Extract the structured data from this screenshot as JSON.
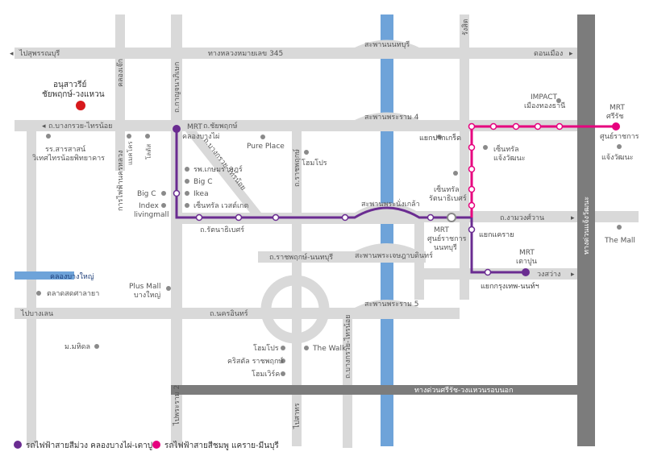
{
  "colors": {
    "road": "#d9d9d9",
    "expressway": "#7c7c7c",
    "river": "#6ea3d9",
    "purple_line": "#6a2c91",
    "pink_line": "#e6007e",
    "poi": "#8a8a8a",
    "monument": "#d7191c"
  },
  "roads": {
    "hwy345_west": "ไปสุพรรณบุรี",
    "hwy345": "ทางหลวงหมายเลข 345",
    "don_mueang": "ดอนเมือง",
    "rangsit": "รังสิต",
    "nonthaburi_bridge": "สะพานนนทบุรี",
    "rama4_bridge": "สะพานพระราม 4",
    "rama5_bridge": "สะพานพระราม 5",
    "pak_kret_bridge": "สะพานพระนั่งเกล้า",
    "phra_nang_klao_bridge": "สะพานพระเจษฎาบดินทร์",
    "bang_kruai_sai_noi": "ถ.บางกรวย-ไทรน้อย",
    "chaiyaphruek": "ถ.ชัยพฤกษ์",
    "kanchanaphisek": "ถ.กาญจนาภิเษก",
    "khlong_thawi": "คลองเจ๊ก",
    "rattanathibet": "ถ.รัตนาธิเบศร์",
    "ratchaphruek_nonthaburi": "ถ.ราชพฤกษ์-นนทบุรี",
    "ratchaphruek": "ถ.ราชพฤกษ์",
    "bang_kruai_sai_noi_diag": "ถ.บางกรวย-ไทรน้อย",
    "bang_kruai_sai_noi_south": "ถ.บางกรวย-ไทรน้อย",
    "nakhon_in": "ถ.นครอินทร์",
    "ngam_wong_wan": "ถ.งามวงศ์วาน",
    "wong_sawang": "วงสว่าง",
    "khlong_bang_yai": "คลองบางใหญ่",
    "pai_bang_len": "ไปบางเลน",
    "phra_ram_2": "ไปพระราม 2",
    "pai_sathorn": "ไปสาทร",
    "outer_ring": "ทางด่วนศรีรัช-วงแหวนรอบนอก",
    "chaeng_wattana_exp": "ทางด่วนแจ้งวัฒนะ",
    "rama_exit_kanchana": "การไฟฟ้านครหลวง",
    "bang_bua_thong_cross": "แยกแคราย",
    "pak_kret_cross": "แยกปากเกร็ด",
    "krung_thep_nonthaburi": "แยกกรุงเทพ-นนท์ฯ"
  },
  "places": {
    "monument": "อนุสาวรีย์\nชัยพฤกษ์-วงแหวน",
    "monument_l1": "อนุสาวรีย์",
    "monument_l2": "ชัยพฤกษ์-วงแหวน",
    "mrt_khlong_bang_phai_l1": "MRT",
    "mrt_khlong_bang_phai_l2": "คลองบางไผ่",
    "pure_place": "Pure Place",
    "home_pro_1": "โฮมโปร",
    "school_l1": "รร.สารสาสน์",
    "school_l2": "วิเทศไทรน้อยพิทยาคาร",
    "market_kri": "แมคโคร",
    "lotus": "โลตัส",
    "kasemrad": "รพ.เกษมราษฎร์",
    "big_c_1": "Big C",
    "ikea": "Ikea",
    "central_westgate": "เซ็นทรัล เวสต์เกต",
    "big_c_2": "Big C",
    "index_l1": "Index",
    "index_l2": "livingmall",
    "central_rattana_l1": "เซ็นทรัล",
    "central_rattana_l2": "รัตนาธิเบศร์",
    "mrt_center_l1": "MRT",
    "mrt_center_l2": "ศูนย์ราชการ",
    "mrt_center_l3": "นนทบุรี",
    "impact_l1": "IMPACT",
    "impact_l2": "เมืองทองธานี",
    "central_chaeng_l1": "เซ็นทรัล",
    "central_chaeng_l2": "แจ้งวัฒนะ",
    "mrt_srirat_l1": "MRT",
    "mrt_srirat_l2": "ศรีรัช",
    "gov_center_l1": "ศูนย์ราชการ",
    "gov_center_l2": "แจ้งวัฒนะ",
    "the_mall": "The Mall",
    "mrt_tao_poon_l1": "MRT",
    "mrt_tao_poon_l2": "เตาปูน",
    "plus_mall_l1": "Plus Mall",
    "plus_mall_l2": "บางใหญ่",
    "market_sala": "ตลาดสดศาลายา",
    "mahidol": "ม.มหิดล",
    "home_pro_2": "โฮมโปร",
    "crystal": "คริสตัล ราชพฤกษ์",
    "home_work": "โฮมเวิร์ค",
    "the_walk": "The Walk"
  },
  "legend": {
    "purple": "รถไฟฟ้าสายสีม่วง คลองบางไผ่-เตาปูน",
    "pink": "รถไฟฟ้าสายสีชมพู แคราย-มีนบุรี"
  }
}
